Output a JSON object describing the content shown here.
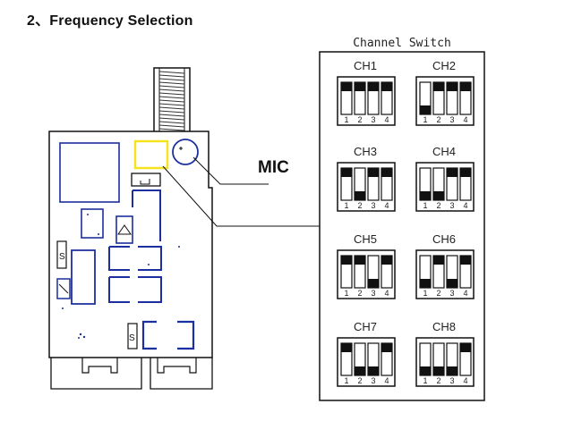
{
  "heading": "2、Frequency Selection",
  "mic_label": "MIC",
  "panel_title": "Channel Switch",
  "channels": [
    {
      "label": "CH1",
      "positions": [
        "up",
        "up",
        "up",
        "up"
      ]
    },
    {
      "label": "CH2",
      "positions": [
        "down",
        "up",
        "up",
        "up"
      ]
    },
    {
      "label": "CH3",
      "positions": [
        "up",
        "down",
        "up",
        "up"
      ]
    },
    {
      "label": "CH4",
      "positions": [
        "down",
        "down",
        "up",
        "up"
      ]
    },
    {
      "label": "CH5",
      "positions": [
        "up",
        "up",
        "down",
        "up"
      ]
    },
    {
      "label": "CH6",
      "positions": [
        "down",
        "up",
        "down",
        "up"
      ]
    },
    {
      "label": "CH7",
      "positions": [
        "up",
        "down",
        "down",
        "up"
      ]
    },
    {
      "label": "CH8",
      "positions": [
        "down",
        "down",
        "down",
        "up"
      ]
    }
  ],
  "switch_numbers": [
    "1",
    "2",
    "3",
    "4"
  ],
  "colors": {
    "mic_highlight": "#f5e321",
    "line": "#111111",
    "board_blue": "#1c2f9e"
  }
}
